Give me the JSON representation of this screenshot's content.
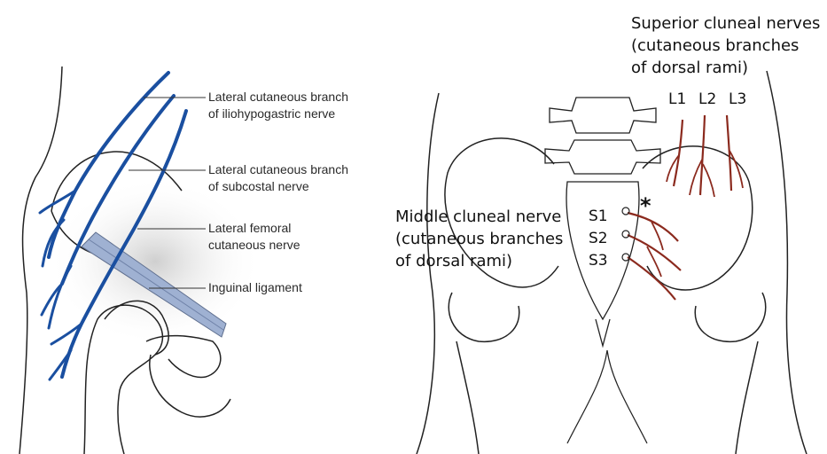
{
  "colors": {
    "nerve_blue": "#1a4fa0",
    "ligament": "#8fa3c8",
    "nerve_red": "#8b2a1e",
    "outline": "#222222",
    "shadow": "#d9d9d9"
  },
  "left_panel": {
    "labels": [
      {
        "line1": "Lateral cutaneous branch",
        "line2": "of iliohypogastric nerve"
      },
      {
        "line1": "Lateral cutaneous branch",
        "line2": "of subcostal nerve"
      },
      {
        "line1": "Lateral femoral",
        "line2": "cutaneous nerve"
      },
      {
        "line1": "Inguinal ligament",
        "line2": ""
      }
    ]
  },
  "right_panel": {
    "superior": {
      "line1": "Superior cluneal nerves",
      "line2": "(cutaneous branches",
      "line3": "of dorsal rami)"
    },
    "lumbar_levels": [
      "L1",
      "L2",
      "L3"
    ],
    "middle": {
      "line1": "Middle cluneal nerve",
      "line2": "(cutaneous branches",
      "line3": "of dorsal rami)"
    },
    "sacral_levels": [
      "S1",
      "S2",
      "S3"
    ],
    "marker": "*"
  }
}
